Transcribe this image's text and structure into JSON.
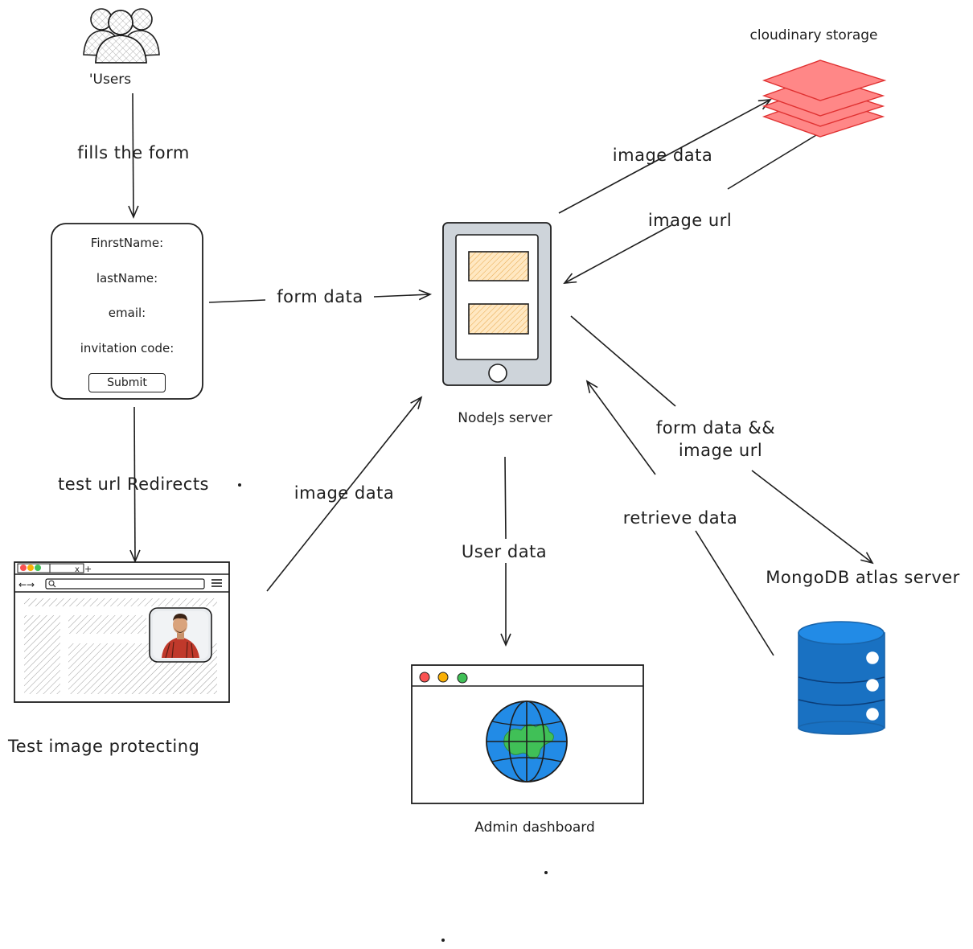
{
  "users": {
    "label": "'Users",
    "icon": "users-icon"
  },
  "form": {
    "fields": [
      "FinrstName:",
      "lastName:",
      "email:",
      "invitation code:"
    ],
    "submit_label": "Submit"
  },
  "edges": {
    "fills_form": "fills the form",
    "form_data": "form data",
    "test_url": "test url Redirects",
    "image_data_left": "image data",
    "image_data_top": "image data",
    "image_url": "image url",
    "form_data_image_url_line1": "form data &&",
    "form_data_image_url_line2": "image url",
    "retrieve_data": "retrieve data",
    "user_data": "User data"
  },
  "nodes": {
    "cloudinary": "cloudinary storage",
    "server": "NodeJs server",
    "mongodb": "MongoDB atlas server",
    "test_page": "Test image protecting",
    "admin": "Admin dashboard"
  },
  "colors": {
    "stroke": "#1e1e1e",
    "cloudinary_fill": "#ff8787",
    "cloudinary_stroke": "#e03131",
    "card_fill": "#ffd8a8",
    "card_stroke": "#c2a16a",
    "db_fill": "#1971c2",
    "globe_ocean": "#228be6",
    "globe_land": "#40c057",
    "dot_red": "#fa5252",
    "dot_yellow": "#fab005",
    "dot_green": "#40c057"
  }
}
